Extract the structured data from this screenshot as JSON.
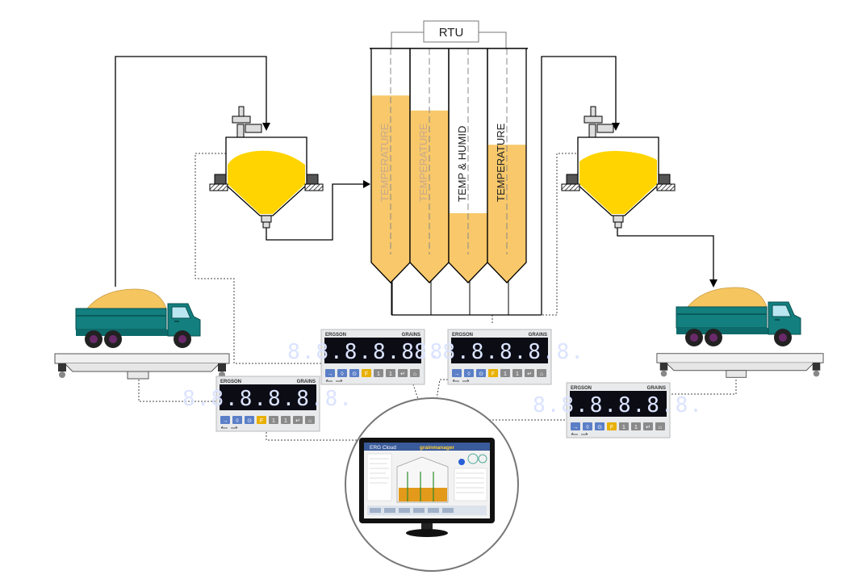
{
  "rtu_label": "RTU",
  "silos": [
    {
      "label": "TEMPERATURE",
      "level": 0.78
    },
    {
      "label": "TEMPERATURE",
      "level": 0.71
    },
    {
      "label": "TEMP & HUMID",
      "level": 0.23
    },
    {
      "label": "TEMPERATURE",
      "level": 0.55
    }
  ],
  "indicator": {
    "brand_left": "ERGSON",
    "brand_right": "GRAINS",
    "display": "8.8.8.8.8.8.",
    "key_labels": [
      "→",
      "◊",
      "⊙",
      "F",
      "1",
      "1",
      "↵",
      "⌂"
    ],
    "key_colors": [
      "#5b7fc7",
      "#5b7fc7",
      "#5b7fc7",
      "#e8b000",
      "#8a8a8a",
      "#8a8a8a",
      "#8a8a8a",
      "#8a8a8a"
    ]
  },
  "monitor": {
    "app_title": "ERG Cloud",
    "app_brand": "grainmanager"
  },
  "colors": {
    "grain": "#ffd400",
    "silo_fill": "#f8c86a",
    "truck": "#137f7f",
    "cargo": "#f5c560",
    "line": "#000000",
    "cable": "#444444"
  }
}
